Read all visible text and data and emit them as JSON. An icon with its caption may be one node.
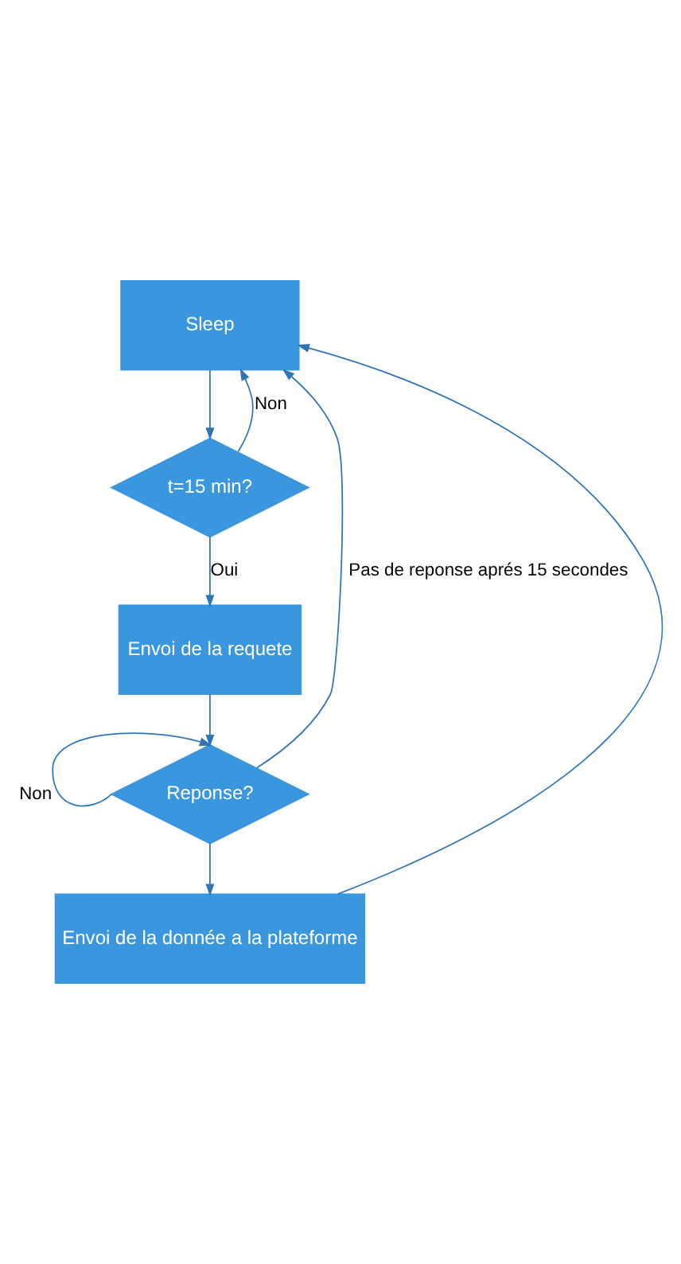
{
  "diagram": {
    "nodes": [
      {
        "text": [
          "Sleep"
        ]
      },
      {
        "text": [
          "t=15 min?"
        ]
      },
      {
        "text": [
          "Envoi de la requete"
        ]
      },
      {
        "text": [
          "Reponse?"
        ]
      },
      {
        "text": [
          "Envoi de la donnée a la plateforme"
        ]
      }
    ],
    "edges": [
      {
        "from": 0,
        "to": 1,
        "arrow": "to"
      },
      {
        "from": 1,
        "to": 2,
        "arrow": "to",
        "label": "Oui"
      },
      {
        "from": 1,
        "to": 0,
        "arrow": "to",
        "label": "Non"
      },
      {
        "from": 2,
        "to": 3,
        "arrow": "to"
      },
      {
        "from": 3,
        "to": 3,
        "arrow": "to",
        "label": "Non"
      },
      {
        "from": 3,
        "to": 0,
        "arrow": "to",
        "label": "Pas de reponse aprés 15 secondes"
      },
      {
        "from": 3,
        "to": 4,
        "arrow": "to"
      },
      {
        "from": 4,
        "to": 0,
        "arrow": "to"
      }
    ]
  }
}
